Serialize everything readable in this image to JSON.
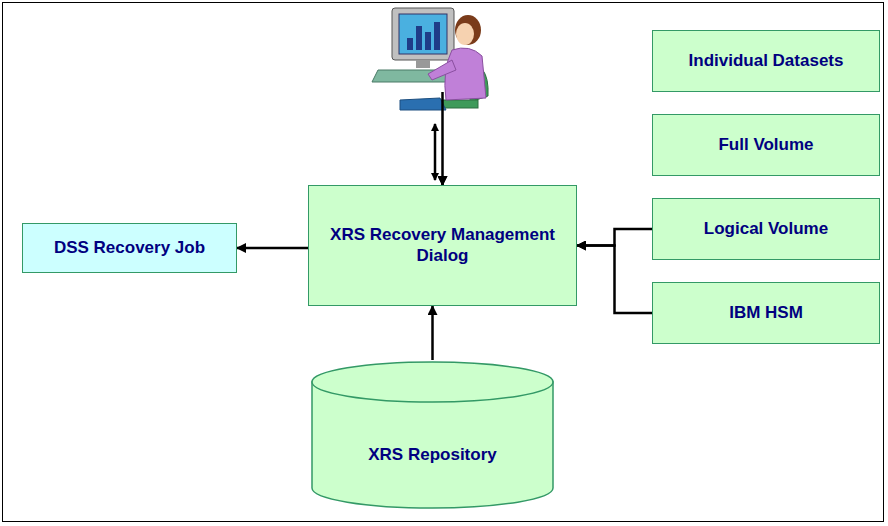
{
  "diagram": {
    "nodes": [
      {
        "text": [
          "XRS Recovery Management Dialog"
        ]
      },
      {
        "text": [
          "DSS Recovery Job"
        ]
      },
      {
        "text": [
          "Individual Datasets"
        ]
      },
      {
        "text": [
          "Full Volume"
        ]
      },
      {
        "text": [
          "Logical Volume"
        ]
      },
      {
        "text": [
          "IBM HSM"
        ]
      },
      {
        "text": [
          "XRS Repository"
        ]
      }
    ],
    "edges": [
      {
        "from": 0,
        "to": 1,
        "arrow": "to"
      },
      {
        "from": 2,
        "to": 0,
        "arrow": "to"
      },
      {
        "from": 3,
        "to": 0,
        "arrow": "to"
      },
      {
        "from": 4,
        "to": 0,
        "arrow": "to"
      },
      {
        "from": 5,
        "to": 0,
        "arrow": "to"
      },
      {
        "from": 6,
        "to": 0,
        "arrow": "to"
      }
    ]
  }
}
